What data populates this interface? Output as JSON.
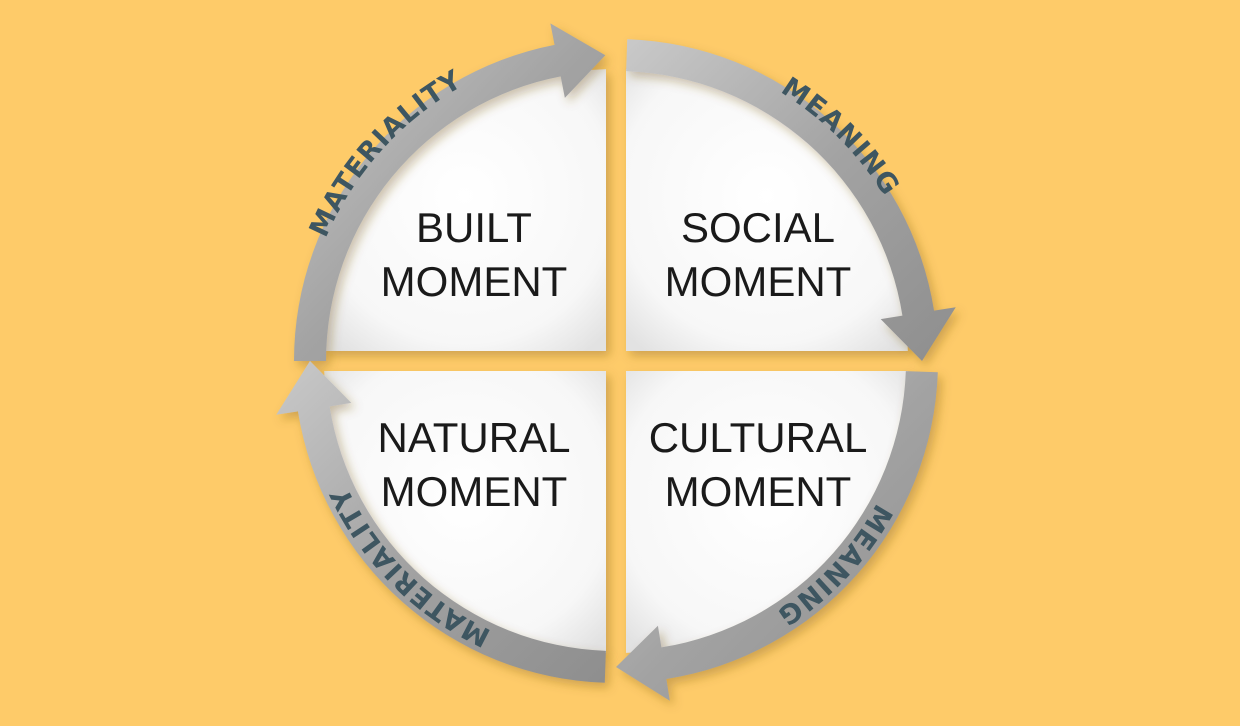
{
  "colors": {
    "background": "#fecb69",
    "quadrant_fill": "#ffffff",
    "arrow_fill": "#9a9a9a",
    "arrow_highlight": "#d6d6d6",
    "label_text": "#3e5661",
    "quadrant_text": "#1a1a1a"
  },
  "quadrants": {
    "top_left": {
      "line1": "BUILT",
      "line2": "MOMENT"
    },
    "top_right": {
      "line1": "SOCIAL",
      "line2": "MOMENT"
    },
    "bottom_left": {
      "line1": "NATURAL",
      "line2": "MOMENT"
    },
    "bottom_right": {
      "line1": "CULTURAL",
      "line2": "MOMENT"
    }
  },
  "arrows": {
    "top_left": {
      "label": "MATERIALITY"
    },
    "top_right": {
      "label": "MEANING"
    },
    "bottom_right": {
      "label": "MEANING"
    },
    "bottom_left": {
      "label": "MATERIALITY"
    }
  }
}
